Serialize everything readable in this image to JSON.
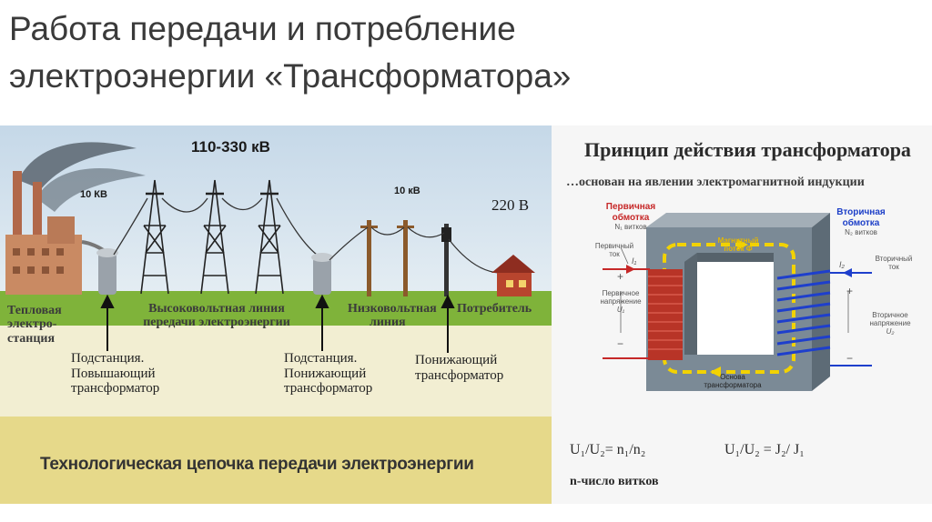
{
  "slide": {
    "title_line1": "Работа передачи и потребление",
    "title_line2": "электроэнергии «Трансформатора»"
  },
  "chain": {
    "voltages": {
      "plant": "10 КВ",
      "high": "110-330 кВ",
      "low": "10 кВ",
      "consumer": "220 В"
    },
    "labels": {
      "plant_1": "Тепловая",
      "plant_2": "электро-",
      "plant_3": "станция",
      "hv_line_1": "Высоковольтная линия",
      "hv_line_2": "передачи электроэнергии",
      "lv_line_1": "Низковольтная",
      "lv_line_2": "линия",
      "consumer": "Потребитель",
      "sub1_1": "Подстанция.",
      "sub1_2": "Повышающий",
      "sub1_3": "трансформатор",
      "sub2_1": "Подстанция.",
      "sub2_2": "Понижающий",
      "sub2_3": "трансформатор",
      "step_down_1": "Понижающий",
      "step_down_2": "трансформатор"
    },
    "caption": "Технологическая цепочка передачи электроэнергии"
  },
  "principle": {
    "title": "Принцип действия трансформатора",
    "subtitle": "…основан на явлении электромагнитной индукции",
    "primary_winding_1": "Первичная",
    "primary_winding_2": "обмотка",
    "primary_turns": "N₁ витков",
    "secondary_winding_1": "Вторичная",
    "secondary_winding_2": "обмотка",
    "secondary_turns": "N₂ витков",
    "primary_current_1": "Первичный",
    "primary_current_2": "ток",
    "i1": "I₁",
    "primary_voltage_1": "Первичное",
    "primary_voltage_2": "напряжение",
    "u1": "U₁",
    "secondary_current_1": "Вторичный",
    "secondary_current_2": "ток",
    "i2": "I₂",
    "secondary_voltage_1": "Вторичное",
    "secondary_voltage_2": "напряжение",
    "u2": "U₂",
    "flux_1": "Магнитный",
    "flux_2": "поток Ф",
    "core_1": "Основа",
    "core_2": "трансформатора",
    "plus": "+",
    "minus": "−",
    "formula_left": "U₁/U₂= n₁/n₂",
    "formula_right": "U₁/U₂ = J₂/ J₁",
    "note": "n-число витков"
  },
  "colors": {
    "sky": "#cfe0ee",
    "grass": "#7fb33a",
    "ground": "#f1ecc4",
    "sand": "#e7d98b",
    "core": "#7a8a96",
    "primary_coil": "#c0392b",
    "secondary_coil": "#1e3fcc",
    "flux": "#f2d200"
  }
}
